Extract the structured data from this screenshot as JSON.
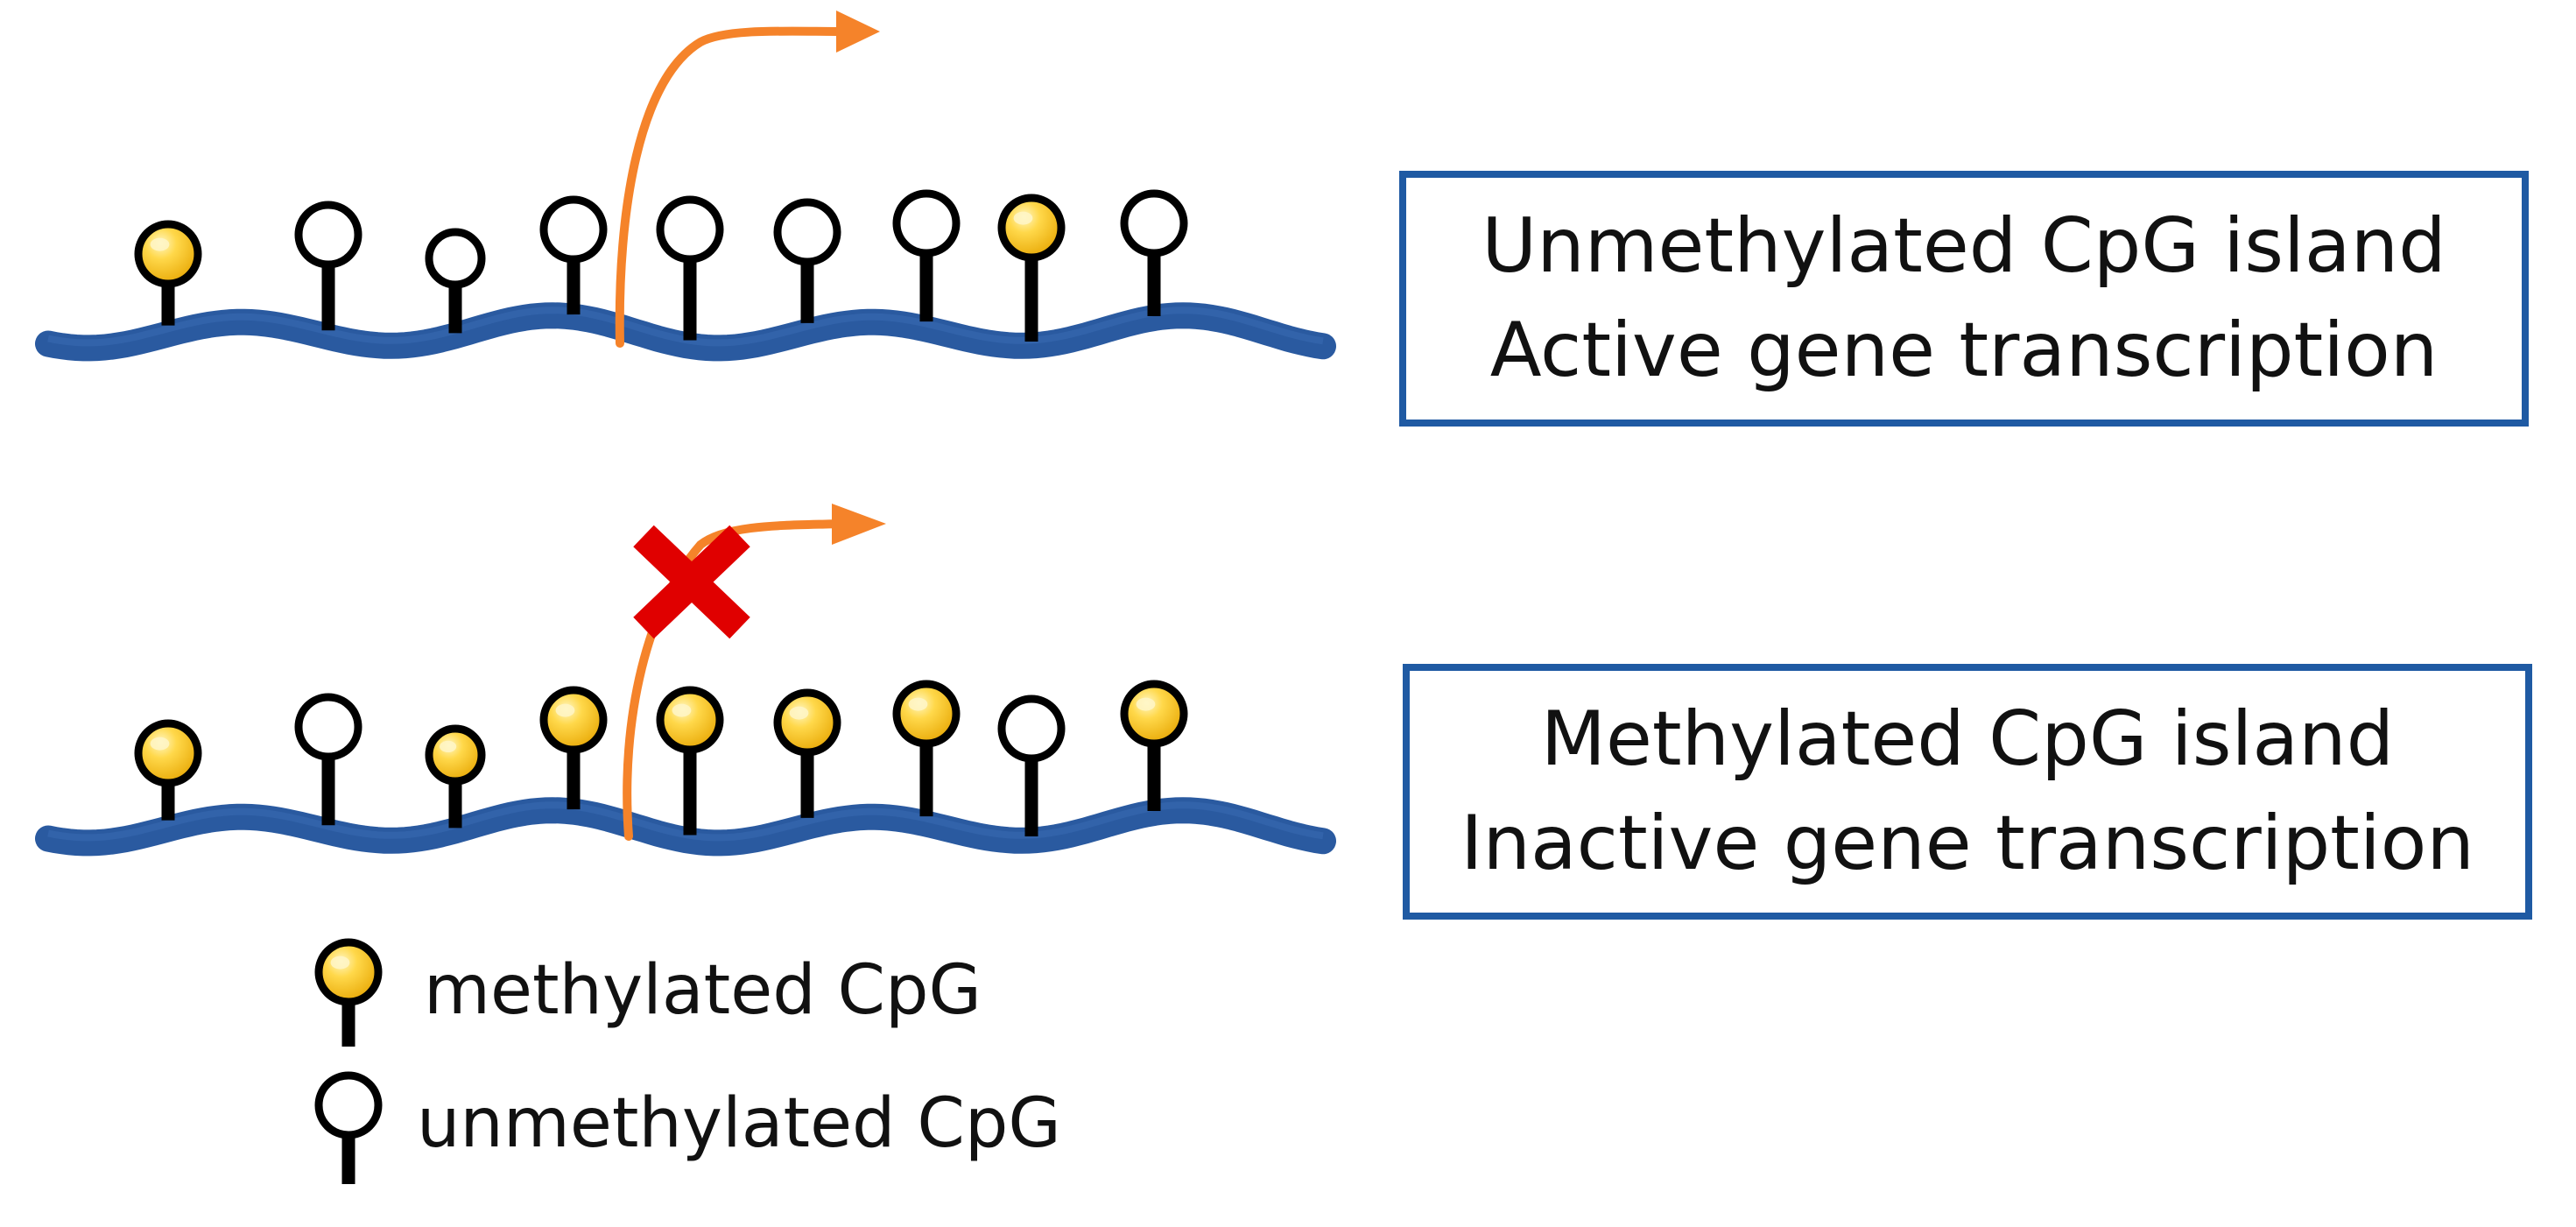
{
  "colors": {
    "dna": "#2a5aa0",
    "dna_light": "#3a6cb4",
    "arrow": "#f5832a",
    "block": "#e00000",
    "methyl_fill": "#f7c21a",
    "methyl_highlight": "#fff6c8",
    "box_border": "#1f5aa3",
    "stroke": "#000000"
  },
  "panels": [
    {
      "id": "unmethylated",
      "title": "Unmethylated CpG island",
      "subtitle": "Active gene transcription",
      "transcription": "active",
      "sites": [
        "methylated",
        "unmethylated",
        "unmethylated",
        "unmethylated",
        "unmethylated",
        "unmethylated",
        "unmethylated",
        "methylated",
        "unmethylated"
      ]
    },
    {
      "id": "methylated",
      "title": "Methylated CpG island",
      "subtitle": "Inactive gene transcription",
      "transcription": "blocked",
      "sites": [
        "methylated",
        "unmethylated",
        "methylated",
        "methylated",
        "methylated",
        "methylated",
        "methylated",
        "unmethylated",
        "methylated"
      ]
    }
  ],
  "legend": {
    "methylated": "methylated CpG",
    "unmethylated": "unmethylated CpG"
  }
}
